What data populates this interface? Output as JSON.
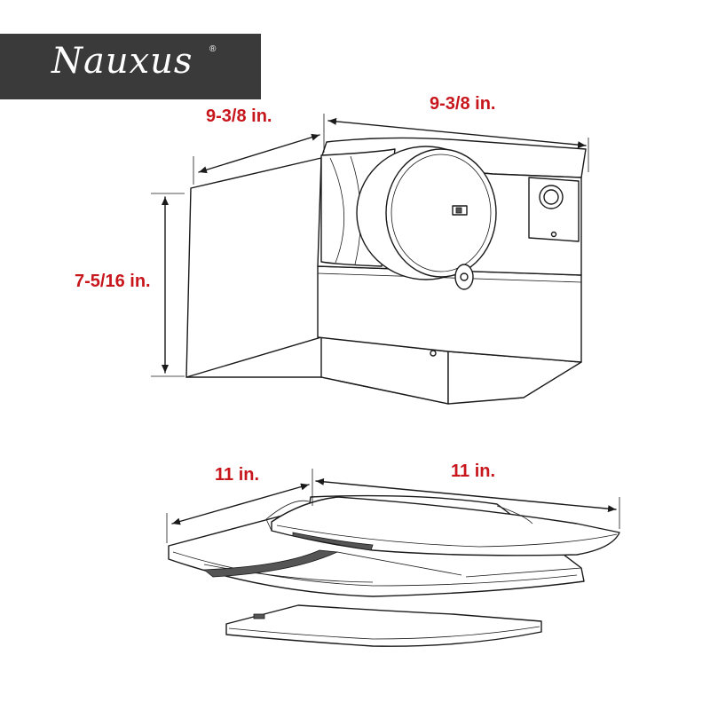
{
  "brand": {
    "name": "Nauxus",
    "registered_mark": "®",
    "colors": {
      "logo_background": "#3a3a3a",
      "logo_text": "#ffffff"
    }
  },
  "housing": {
    "dimensions": {
      "depth_label": "9-3/8 in.",
      "width_label": "9-3/8 in.",
      "height_label": "7-5/16 in."
    }
  },
  "grille": {
    "dimensions": {
      "depth_label": "11 in.",
      "width_label": "11 in."
    }
  },
  "colors": {
    "dimension_text": "#c8161d",
    "line_art": "#1a1a1a"
  }
}
